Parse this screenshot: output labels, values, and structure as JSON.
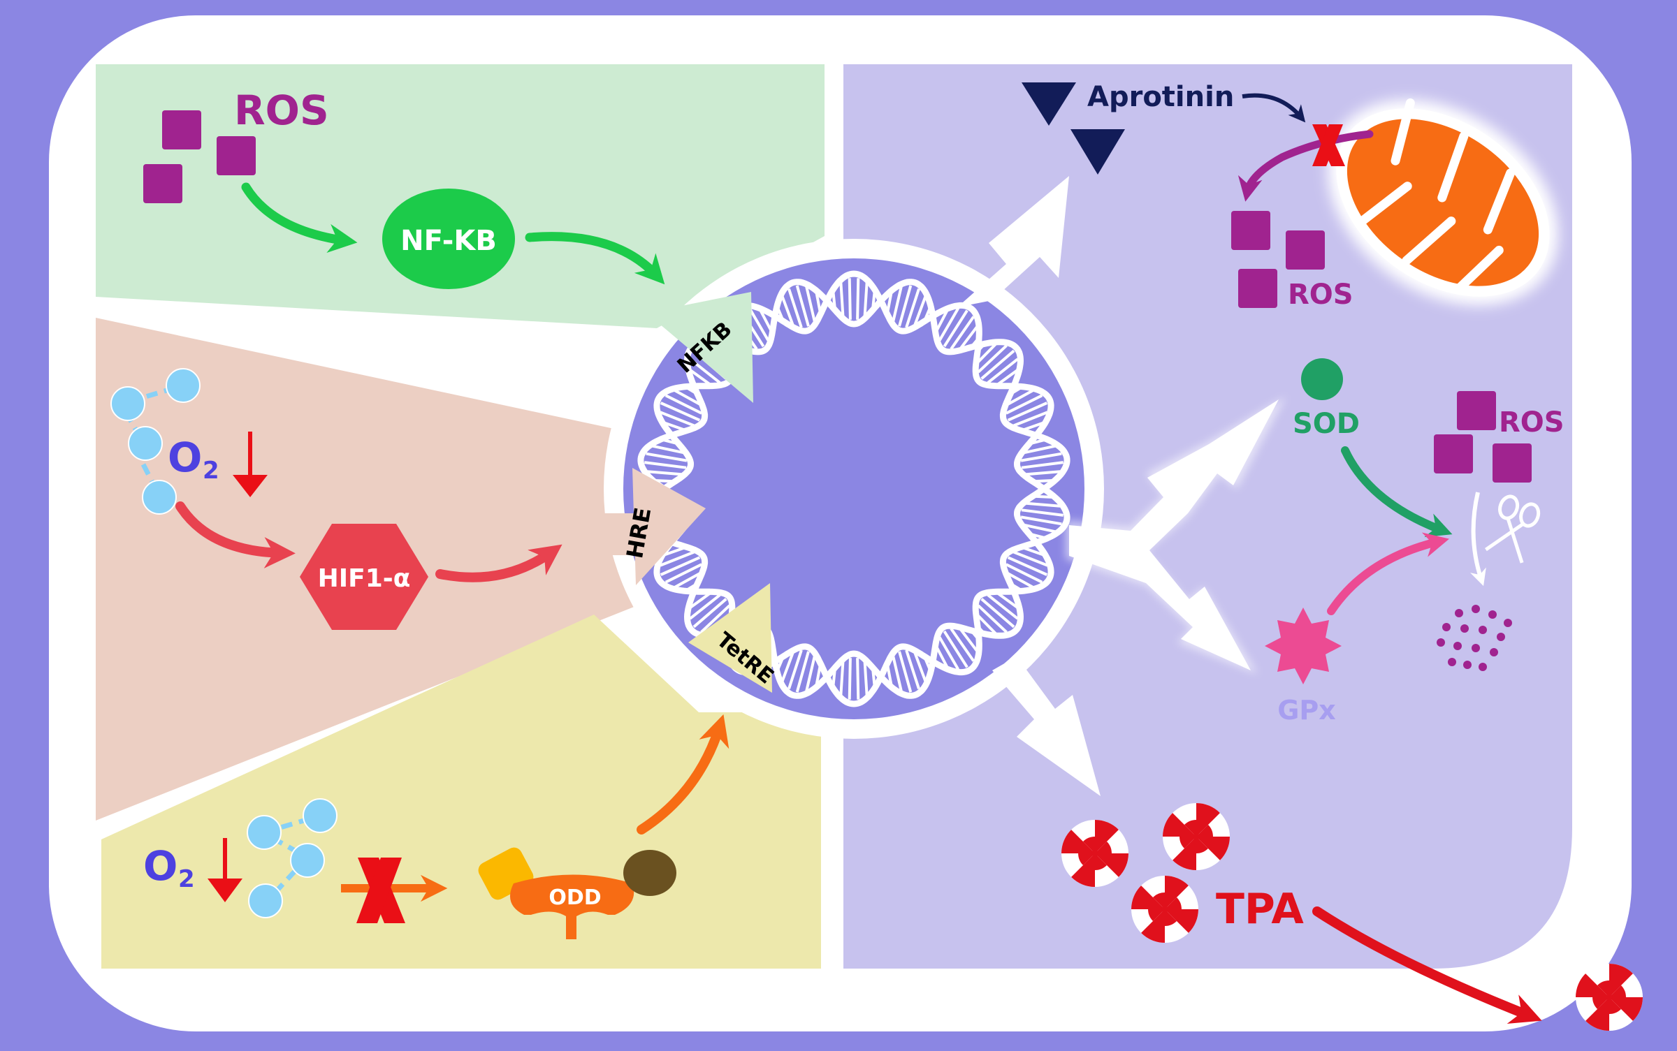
{
  "colors": {
    "background": "#8b86e3",
    "cell_outline": "#ffffff",
    "panel_nfkb": "#cdebd2",
    "panel_hypoxia": "#eccfc3",
    "panel_odd": "#ede8ac",
    "panel_output": "#c7c2ee",
    "nucleus": "#8b86e3",
    "ros": "#a0238f",
    "nfkb": "#1ccb4a",
    "hif": "#e8424f",
    "oxygen": "#87d1f7",
    "odd": "#f76c14",
    "aprotinin": "#121c58",
    "mitochondrion": "#f76c14",
    "sod": "#20a065",
    "gpx": "#ec4b93",
    "gpx_label": "#a79ef0",
    "tpa": "#e0111c",
    "inhibit": "#ea0f16"
  },
  "labels": {
    "ros_top": "ROS",
    "nfkb_protein": "NF-KB",
    "nfkb_element": "NFKB",
    "o2_left": "O",
    "o2_left_sub": "2",
    "hif": "HIF1-α",
    "hre": "HRE",
    "tetre": "TetRE",
    "o2_bottom": "O",
    "o2_bottom_sub": "2",
    "odd": "ODD",
    "aprotinin": "Aprotinin",
    "ros_mito": "ROS",
    "sod": "SOD",
    "ros_sod": "ROS",
    "gpx": "GPx",
    "tpa": "TPA"
  },
  "icons": [
    "ros-square-icon",
    "oxygen-molecule-icon",
    "dna-ring-icon",
    "aprotinin-triangle-icon",
    "mitochondrion-icon",
    "inhibit-x-icon",
    "scissors-icon",
    "tpa-swirl-icon",
    "odd-protein-icon"
  ]
}
